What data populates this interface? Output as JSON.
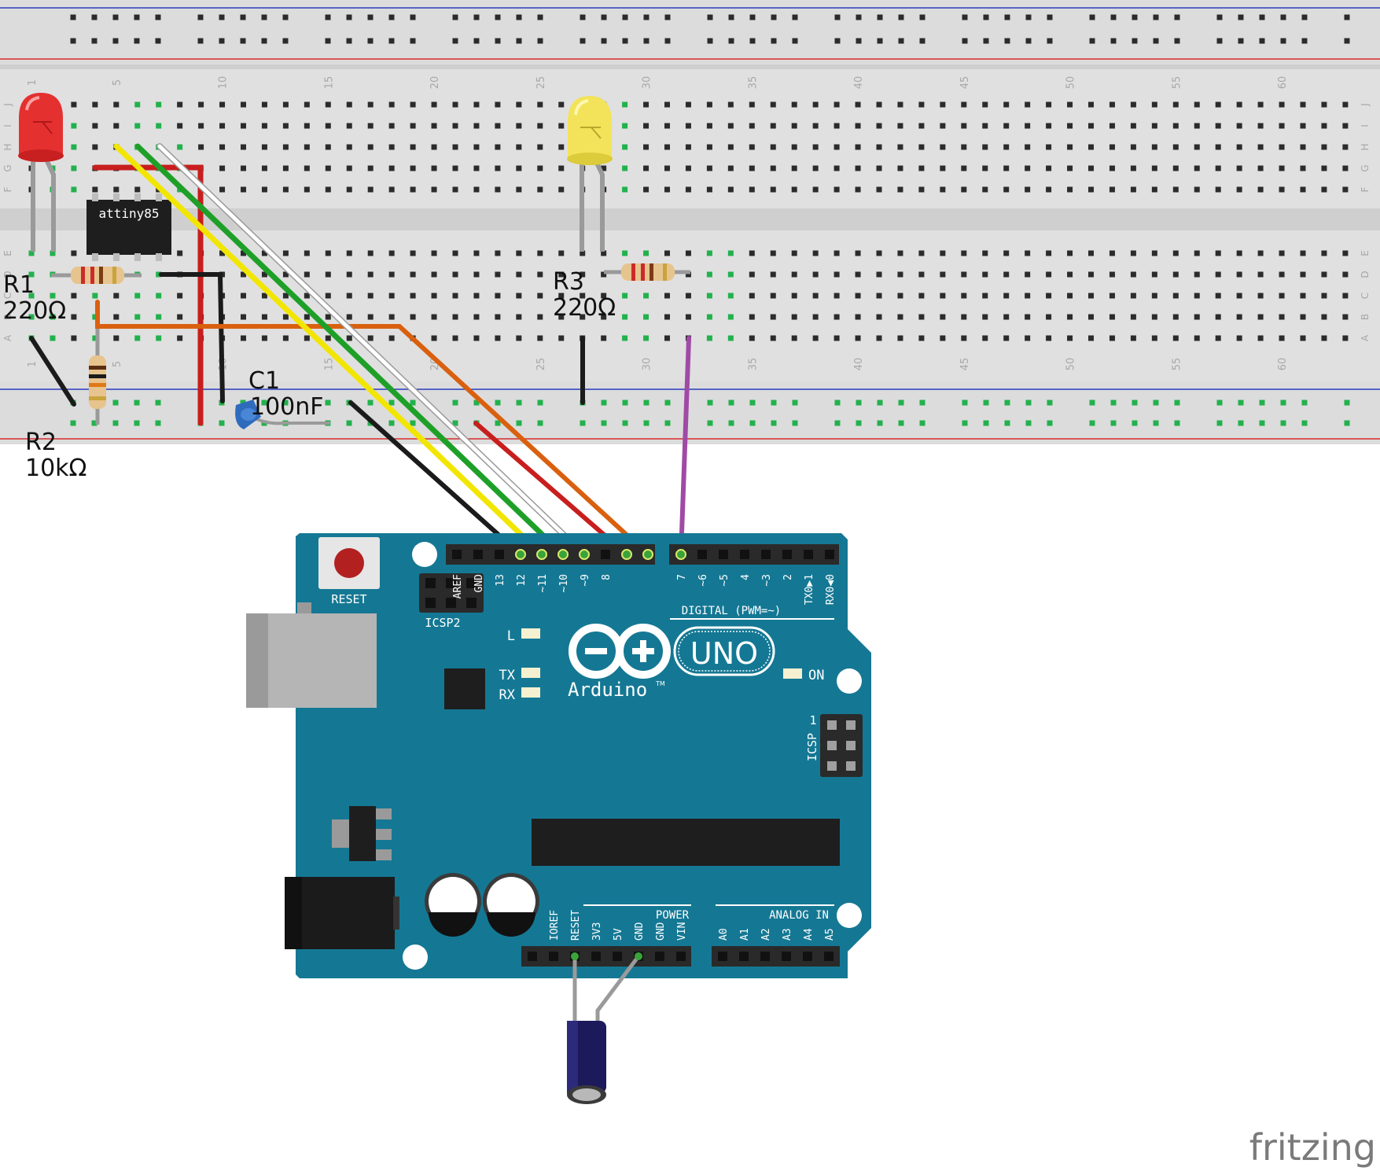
{
  "breadboard": {
    "col_numbers": [
      "1",
      "5",
      "10",
      "15",
      "20",
      "25",
      "30",
      "35",
      "40",
      "45",
      "50",
      "55",
      "60"
    ],
    "row_letters_top": [
      "J",
      "I",
      "H",
      "G",
      "F"
    ],
    "row_letters_bottom": [
      "E",
      "D",
      "C",
      "B",
      "A"
    ]
  },
  "components": {
    "chip_label": "attiny85",
    "r1_name": "R1",
    "r1_value": "220Ω",
    "r2_name": "R2",
    "r2_value": "10kΩ",
    "r3_name": "R3",
    "r3_value": "220Ω",
    "c1_name": "C1",
    "c1_value": "100nF"
  },
  "arduino": {
    "reset_label": "RESET",
    "icsp2_label": "ICSP2",
    "icsp_label": "ICSP",
    "icsp_pin1": "1",
    "digital_label": "DIGITAL (PWM=~)",
    "digital_pins": [
      "AREF",
      "GND",
      "13",
      "12",
      "~11",
      "~10",
      "~9",
      "8",
      "7",
      "~6",
      "~5",
      "4",
      "~3",
      "2",
      "TX0▶1",
      "RX0◀0"
    ],
    "led_l": "L",
    "led_tx": "TX",
    "led_rx": "RX",
    "led_on": "ON",
    "brand": "Arduino",
    "tm": "TM",
    "model": "UNO",
    "power_label": "POWER",
    "analog_label": "ANALOG IN",
    "power_pins": [
      "IOREF",
      "RESET",
      "3V3",
      "5V",
      "GND",
      "GND",
      "VIN"
    ],
    "analog_pins": [
      "A0",
      "A1",
      "A2",
      "A3",
      "A4",
      "A5"
    ]
  },
  "watermark": "fritzing",
  "colors": {
    "board_bg": "#e0e0e0",
    "arduino_blue": "#147894",
    "rail_red": "#d62d2d",
    "rail_blue": "#2a3dc0"
  }
}
